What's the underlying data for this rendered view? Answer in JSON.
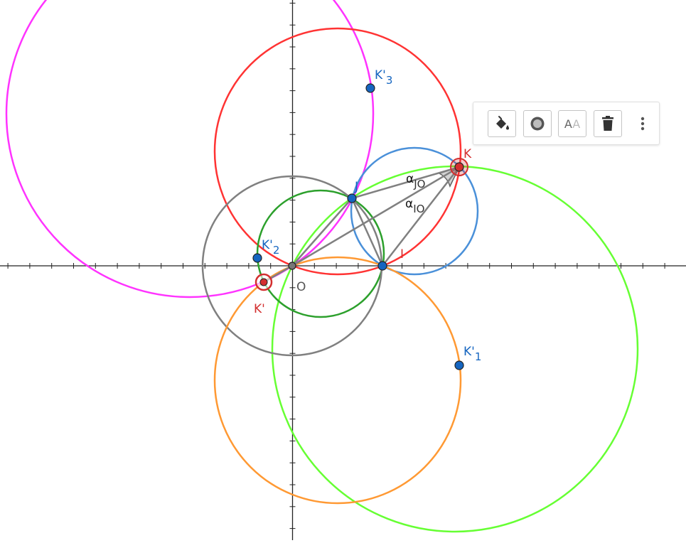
{
  "graphics": {
    "points": [
      {
        "id": "K",
        "label": "K",
        "label_color": "#d32f2f",
        "fill": "#d32f2f",
        "selected": true
      },
      {
        "id": "J",
        "label": "J",
        "label_color": "#1565c0",
        "fill": "#1565c0",
        "selected": false
      },
      {
        "id": "I",
        "label": "I",
        "label_color": "#d32f2f",
        "fill": "#1565c0",
        "selected": false
      },
      {
        "id": "O",
        "label": "O",
        "label_color": "#555555",
        "fill": "#777777",
        "selected": false
      },
      {
        "id": "Kp",
        "label": "K'",
        "label_color": "#d32f2f",
        "fill": "#d32f2f",
        "selected": true
      },
      {
        "id": "Kp1",
        "label": "K'",
        "subscript": "1",
        "label_color": "#1565c0",
        "fill": "#1565c0",
        "selected": false
      },
      {
        "id": "Kp2",
        "label": "K'",
        "subscript": "2",
        "label_color": "#1565c0",
        "fill": "#1565c0",
        "selected": false
      },
      {
        "id": "Kp3",
        "label": "K'",
        "subscript": "3",
        "label_color": "#1565c0",
        "fill": "#1565c0",
        "selected": false
      }
    ],
    "angles": [
      {
        "symbol": "α",
        "subscript": "JO"
      },
      {
        "symbol": "α",
        "subscript": "IO"
      }
    ],
    "circle_colors": {
      "magenta": "#ff33ff",
      "red": "#ff3333",
      "blue": "#4a90d9",
      "lime": "#66ff33",
      "green": "#2ca02c",
      "gray": "#808080",
      "orange": "#ff9933"
    },
    "segment_color": "#808080"
  },
  "style_bar": {
    "buttons": [
      {
        "name": "color-button",
        "icon": "paint-bucket-icon"
      },
      {
        "name": "point-style-button",
        "icon": "point-style-icon"
      },
      {
        "name": "label-style-button",
        "icon": "label-style-icon",
        "text_big": "A",
        "text_small": "A"
      },
      {
        "name": "delete-button",
        "icon": "trash-icon"
      }
    ],
    "more_icon": "more-vertical-icon"
  }
}
